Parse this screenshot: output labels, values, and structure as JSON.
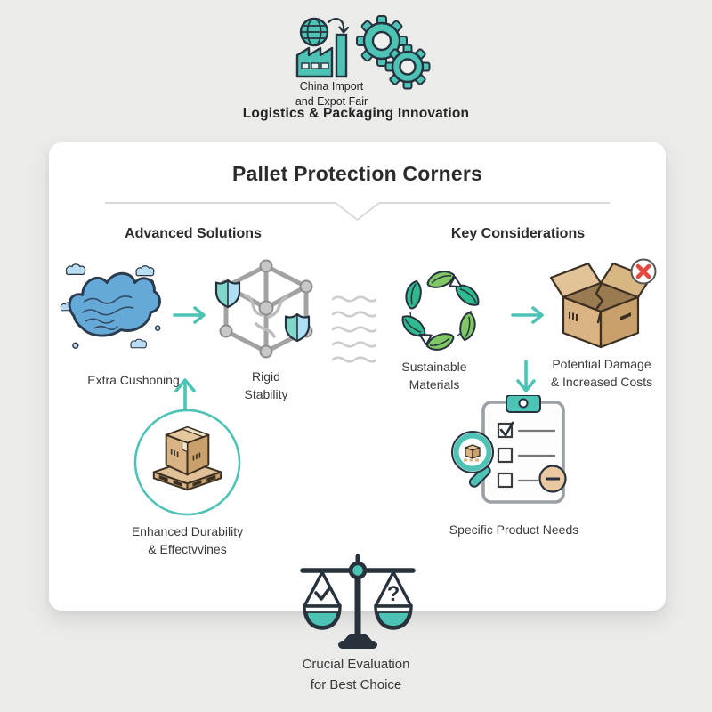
{
  "header": {
    "fair_name_lines": [
      "China Import",
      "and Expot Fair"
    ],
    "subtitle": "Logistics & Packaging Innovation",
    "icons": [
      "factory-globe-icon",
      "gears-icon"
    ]
  },
  "card": {
    "title": "Pallet Protection Corners",
    "left": {
      "heading": "Advanced Solutions",
      "cushion_label": "Extra Cushoning",
      "rigid_label_lines": [
        "Rigid",
        "Stability"
      ],
      "enhanced_label_lines": [
        "Enhanced Durability",
        "& Effectvvines"
      ],
      "icons": [
        "cushion-foam-icon",
        "cube-lattice-shield-icon",
        "box-on-pallet-icon"
      ]
    },
    "right": {
      "heading": "Key Considerations",
      "sustainable_label_lines": [
        "Sustainable",
        "Materials"
      ],
      "damage_label_lines": [
        "Potential Damage",
        "& Increased Costs"
      ],
      "specific_label": "Specific Product Needs",
      "icons": [
        "recycle-leaves-icon",
        "damaged-box-icon",
        "clipboard-checklist-icon"
      ]
    },
    "flow_icons": [
      "arrow-right-icon",
      "arrow-up-icon",
      "arrow-down-icon",
      "wavy-divider-icon"
    ]
  },
  "footer": {
    "icon": "balance-scale-icon",
    "label_lines": [
      "Crucial Evaluation",
      "for Best Choice"
    ]
  },
  "colors": {
    "teal": "#4cc3b5",
    "outline_dark": "#26323d",
    "blue_fill": "#64a9d8",
    "blue_light": "#b9dcf2",
    "green_leaf": "#82c765",
    "teal_leaf": "#2eb98f",
    "tan_box": "#d9b383",
    "tan_dark": "#c9a06b",
    "red_error": "#e2483d",
    "gray_structure": "#a8a8a8",
    "divider_gray": "#dadada",
    "background": "#ebecea",
    "card_bg": "#ffffff"
  }
}
